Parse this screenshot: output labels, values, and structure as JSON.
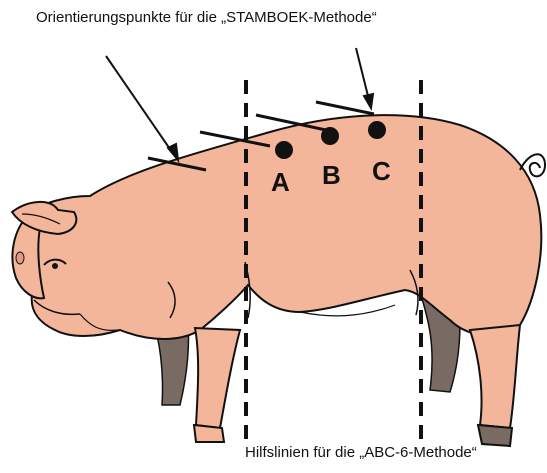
{
  "labels": {
    "stamboek_caption": "Orientierungspunkte für die „STAMBOEK-Methode“",
    "abc_caption": "Hilfslinien für die „ABC-6-Methode“",
    "point_a": "A",
    "point_b": "B",
    "point_c": "C"
  },
  "colors": {
    "skin": "#F4B69A",
    "skin_shadow": "#E59A7F",
    "hoof": "#7A6A64",
    "outline": "#111111",
    "background": "#FFFFFF"
  }
}
